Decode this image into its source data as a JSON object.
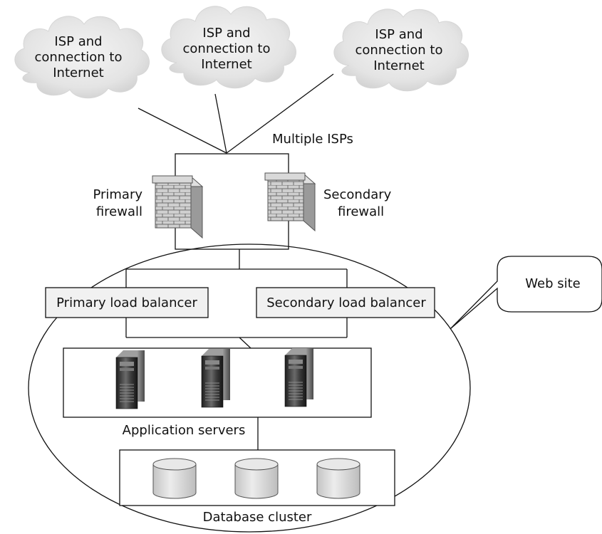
{
  "isps": [
    {
      "lines": [
        "ISP and",
        "connection to",
        "Internet"
      ]
    },
    {
      "lines": [
        "ISP and",
        "connection to",
        "Internet"
      ]
    },
    {
      "lines": [
        "ISP and",
        "connection to",
        "Internet"
      ]
    }
  ],
  "multiple_isps_label": "Multiple ISPs",
  "primary_firewall": {
    "line1": "Primary",
    "line2": "firewall"
  },
  "secondary_firewall": {
    "line1": "Secondary",
    "line2": "firewall"
  },
  "primary_load_balancer": "Primary load balancer",
  "secondary_load_balancer": "Secondary load balancer",
  "web_site_label": "Web site",
  "application_servers_label": "Application servers",
  "database_cluster_label": "Database cluster",
  "colors": {
    "cloud_fill": "#e6e6e6",
    "load_balancer_fill": "#f1f1f1",
    "brick": "#c9c9c9",
    "server_body": "#3a3a3a",
    "db_fill": "#dcdcdc"
  }
}
